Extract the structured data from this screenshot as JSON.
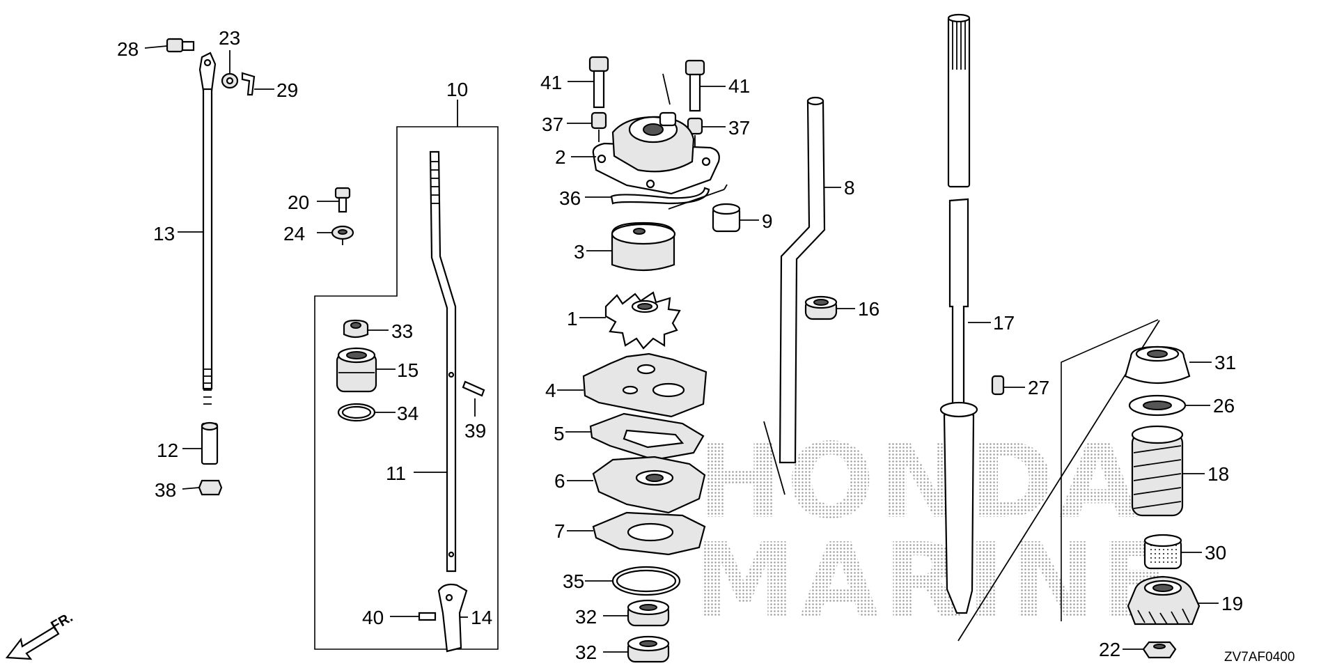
{
  "diagram_code": "ZV7AF0400",
  "direction_label": "FR.",
  "watermark": {
    "line1": "HONDA",
    "line2": "MARINE",
    "color": "#9a9a9a"
  },
  "callouts": [
    {
      "id": "c28",
      "text": "28"
    },
    {
      "id": "c23",
      "text": "23"
    },
    {
      "id": "c29",
      "text": "29"
    },
    {
      "id": "c13",
      "text": "13"
    },
    {
      "id": "c12",
      "text": "12"
    },
    {
      "id": "c38",
      "text": "38"
    },
    {
      "id": "c10",
      "text": "10"
    },
    {
      "id": "c20",
      "text": "20"
    },
    {
      "id": "c24",
      "text": "24"
    },
    {
      "id": "c33",
      "text": "33"
    },
    {
      "id": "c15",
      "text": "15"
    },
    {
      "id": "c34",
      "text": "34"
    },
    {
      "id": "c39",
      "text": "39"
    },
    {
      "id": "c11",
      "text": "11"
    },
    {
      "id": "c40",
      "text": "40"
    },
    {
      "id": "c14",
      "text": "14"
    },
    {
      "id": "c41a",
      "text": "41"
    },
    {
      "id": "c41b",
      "text": "41"
    },
    {
      "id": "c37a",
      "text": "37"
    },
    {
      "id": "c37b",
      "text": "37"
    },
    {
      "id": "c2",
      "text": "2"
    },
    {
      "id": "c36",
      "text": "36"
    },
    {
      "id": "c9",
      "text": "9"
    },
    {
      "id": "c3",
      "text": "3"
    },
    {
      "id": "c1",
      "text": "1"
    },
    {
      "id": "c4",
      "text": "4"
    },
    {
      "id": "c5",
      "text": "5"
    },
    {
      "id": "c6",
      "text": "6"
    },
    {
      "id": "c7",
      "text": "7"
    },
    {
      "id": "c35",
      "text": "35"
    },
    {
      "id": "c32a",
      "text": "32"
    },
    {
      "id": "c32b",
      "text": "32"
    },
    {
      "id": "c8",
      "text": "8"
    },
    {
      "id": "c16",
      "text": "16"
    },
    {
      "id": "c17",
      "text": "17"
    },
    {
      "id": "c27",
      "text": "27"
    },
    {
      "id": "c31",
      "text": "31"
    },
    {
      "id": "c26",
      "text": "26"
    },
    {
      "id": "c18",
      "text": "18"
    },
    {
      "id": "c30",
      "text": "30"
    },
    {
      "id": "c19",
      "text": "19"
    },
    {
      "id": "c22",
      "text": "22"
    }
  ]
}
